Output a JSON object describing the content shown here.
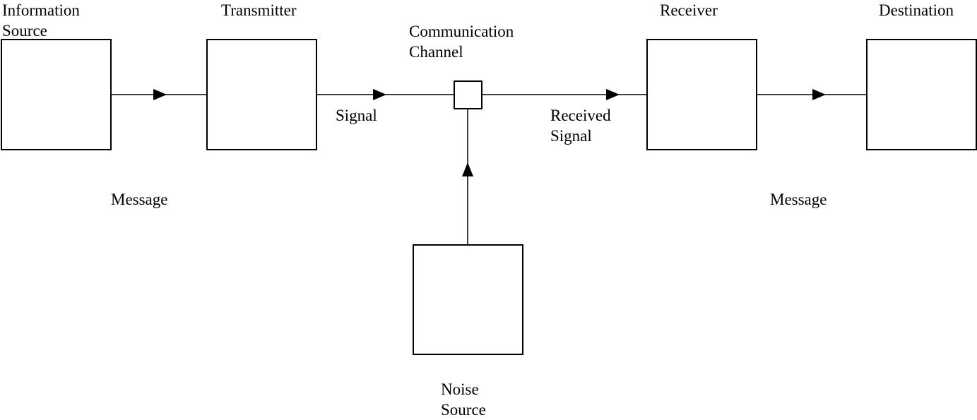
{
  "blocks": {
    "information_source": {
      "line1": "Information",
      "line2": "Source"
    },
    "transmitter": {
      "line1": "Transmitter"
    },
    "channel": {
      "line1": "Communication",
      "line2": "Channel"
    },
    "receiver": {
      "line1": "Receiver"
    },
    "destination": {
      "line1": "Destination"
    },
    "noise_source": {
      "line1": "Noise",
      "line2": "Source"
    }
  },
  "edges": {
    "source_to_transmitter": "",
    "transmitter_to_channel": "Signal",
    "channel_to_receiver": {
      "line1": "Received",
      "line2": "Signal"
    },
    "receiver_to_destination": "",
    "noise_to_channel": ""
  },
  "annotations": {
    "message_left": "Message",
    "message_right": "Message"
  },
  "colors": {
    "stroke": "#000000",
    "fill": "#ffffff"
  }
}
